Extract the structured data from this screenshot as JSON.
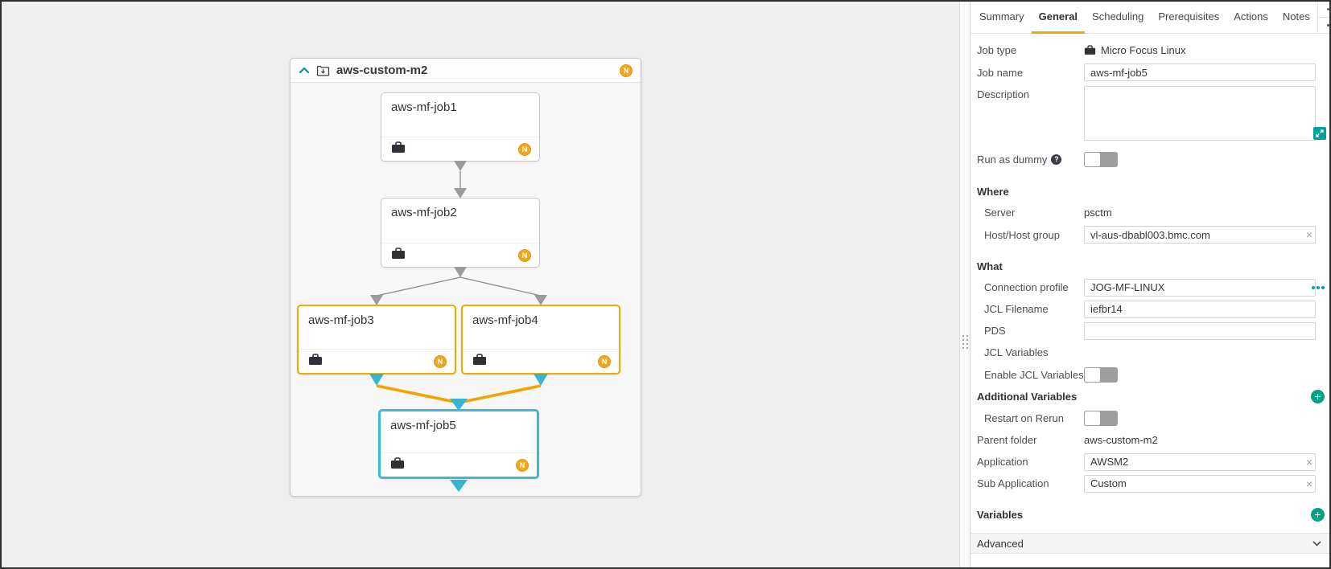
{
  "colors": {
    "accent_orange": "#F0AB00",
    "accent_teal": "#00A19C",
    "plus_green": "#00A385",
    "selection_cyan": "#3DB8D5",
    "connector_gray": "#9B9B9B",
    "connector_orange": "#F5A200"
  },
  "canvas": {
    "folder": {
      "name": "aws-custom-m2",
      "badge": "N"
    },
    "jobs": [
      {
        "label": "aws-mf-job1",
        "badge": "N",
        "state": "default"
      },
      {
        "label": "aws-mf-job2",
        "badge": "N",
        "state": "default"
      },
      {
        "label": "aws-mf-job3",
        "badge": "N",
        "state": "selected-orange"
      },
      {
        "label": "aws-mf-job4",
        "badge": "N",
        "state": "selected-orange"
      },
      {
        "label": "aws-mf-job5",
        "badge": "N",
        "state": "selected-cyan"
      }
    ],
    "edges": [
      "aws-mf-job1 > aws-mf-job2",
      "aws-mf-job2 > aws-mf-job3",
      "aws-mf-job2 > aws-mf-job4",
      "aws-mf-job3 > aws-mf-job5",
      "aws-mf-job4 > aws-mf-job5"
    ]
  },
  "panel": {
    "tabs": [
      "Summary",
      "General",
      "Scheduling",
      "Prerequisites",
      "Actions",
      "Notes"
    ],
    "active_tab": "General",
    "rows": {
      "job_type": {
        "label": "Job type",
        "value": "Micro Focus Linux"
      },
      "job_name": {
        "label": "Job name",
        "value": "aws-mf-job5"
      },
      "description": {
        "label": "Description",
        "value": ""
      },
      "run_as_dummy": {
        "label": "Run as dummy",
        "value": "off"
      },
      "server": {
        "label": "Server",
        "value": "psctm"
      },
      "host": {
        "label": "Host/Host group",
        "value": "vl-aus-dbabl003.bmc.com"
      },
      "connection_profile": {
        "label": "Connection profile",
        "value": "JOG-MF-LINUX"
      },
      "jcl_filename": {
        "label": "JCL Filename",
        "value": "iefbr14"
      },
      "pds": {
        "label": "PDS",
        "value": ""
      },
      "jcl_variables": {
        "label": "JCL Variables"
      },
      "enable_jcl_variables": {
        "label": "Enable JCL Variables",
        "value": "off"
      },
      "restart_on_rerun": {
        "label": "Restart on Rerun",
        "value": "off"
      },
      "parent_folder": {
        "label": "Parent folder",
        "value": "aws-custom-m2"
      },
      "application": {
        "label": "Application",
        "value": "AWSM2"
      },
      "sub_application": {
        "label": "Sub Application",
        "value": "Custom"
      }
    },
    "sections": {
      "where": "Where",
      "what": "What",
      "additional_variables": "Additional Variables",
      "variables": "Variables",
      "advanced": "Advanced"
    }
  }
}
